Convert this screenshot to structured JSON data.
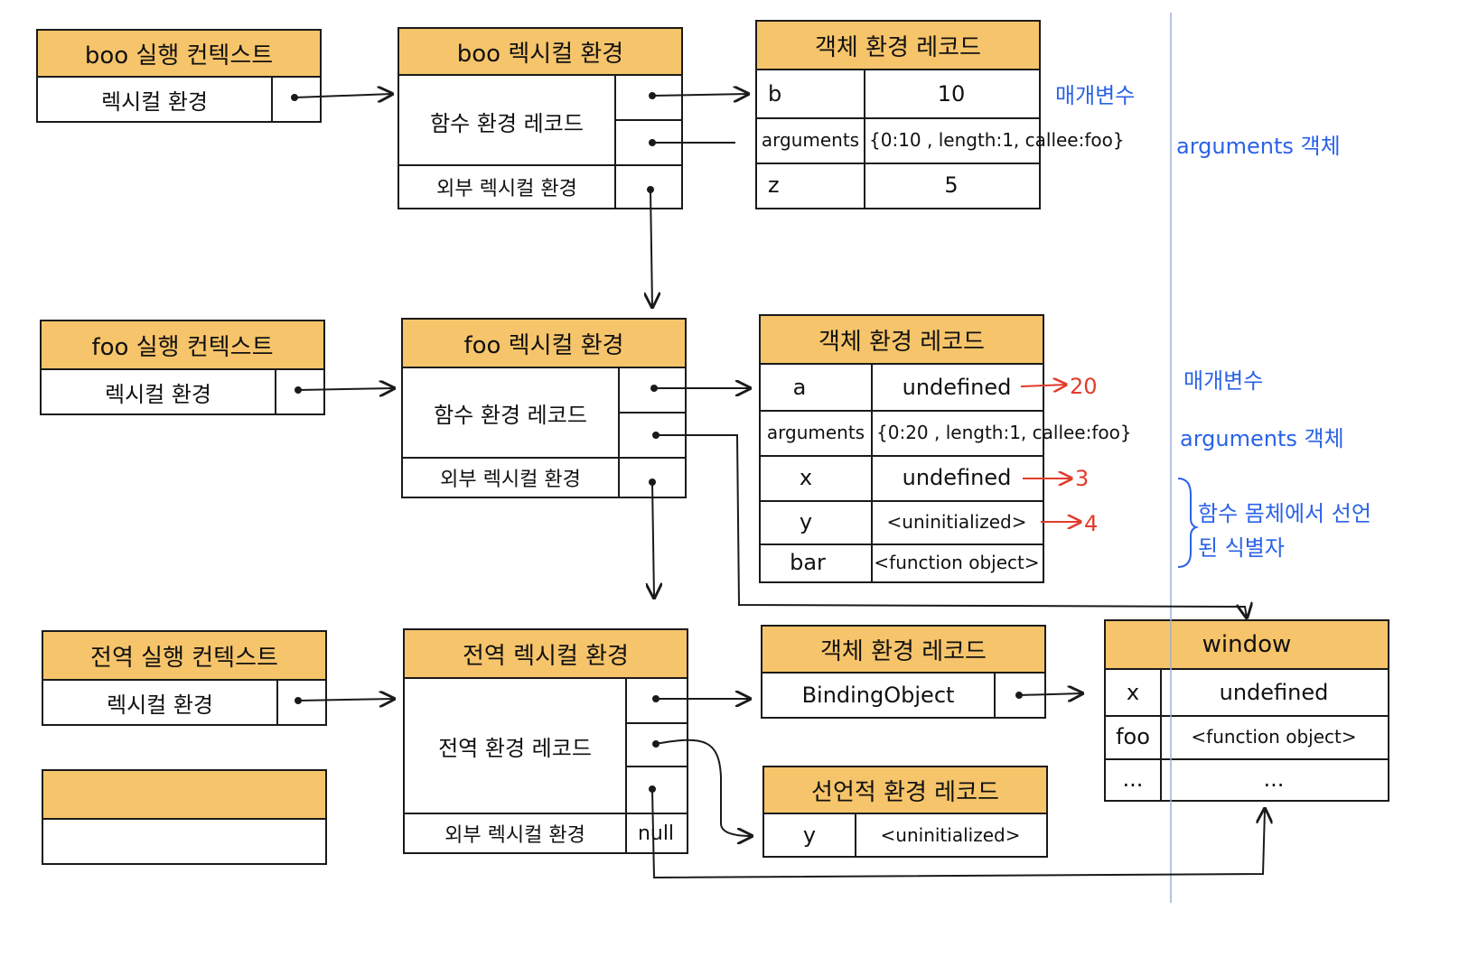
{
  "boo_ctx": {
    "title": "boo 실행 컨텍스트",
    "lex": "렉시컬 환경"
  },
  "boo_lex": {
    "title": "boo 렉시컬 환경",
    "func_rec": "함수 환경 레코드",
    "outer": "외부 렉시컬 환경"
  },
  "boo_obj": {
    "title": "객체 환경 레코드",
    "rows": [
      {
        "k": "b",
        "v": "10"
      },
      {
        "k": "arguments",
        "v": "{0:10 , length:1, callee:foo}"
      },
      {
        "k": "z",
        "v": "5"
      }
    ]
  },
  "boo_notes": {
    "params": "매개변수",
    "args": "arguments 객체"
  },
  "foo_ctx": {
    "title": "foo 실행 컨텍스트",
    "lex": "렉시컬 환경"
  },
  "foo_lex": {
    "title": "foo 렉시컬 환경",
    "func_rec": "함수 환경 레코드",
    "outer": "외부 렉시컬 환경"
  },
  "foo_obj": {
    "title": "객체 환경 레코드",
    "rows": [
      {
        "k": "a",
        "v": "undefined",
        "change": "20"
      },
      {
        "k": "arguments",
        "v": "{0:20 , length:1, callee:foo}",
        "change": ""
      },
      {
        "k": "x",
        "v": "undefined",
        "change": "3"
      },
      {
        "k": "y",
        "v": "<uninitialized>",
        "change": "4"
      },
      {
        "k": "bar",
        "v": "<function object>",
        "change": ""
      }
    ]
  },
  "foo_notes": {
    "params": "매개변수",
    "args": "arguments 객체",
    "decl": "함수 몸체에서 선언된 식별자"
  },
  "global_ctx": {
    "title": "전역 실행 컨텍스트",
    "lex": "렉시컬 환경"
  },
  "global_lex": {
    "title": "전역 렉시컬 환경",
    "rec": "전역 환경 레코드",
    "outer": "외부 렉시컬 환경",
    "outer_val": "null"
  },
  "global_obj": {
    "title": "객체 환경 레코드",
    "binding": "BindingObject"
  },
  "global_decl": {
    "title": "선언적 환경 레코드",
    "k": "y",
    "v": "<uninitialized>"
  },
  "window": {
    "title": "window",
    "rows": [
      {
        "k": "x",
        "v": "undefined"
      },
      {
        "k": "foo",
        "v": "<function object>"
      },
      {
        "k": "...",
        "v": "..."
      }
    ]
  },
  "colors": {
    "header": "#f6c46a",
    "note_blue": "#2a62e8",
    "note_red": "#e23b2a"
  }
}
